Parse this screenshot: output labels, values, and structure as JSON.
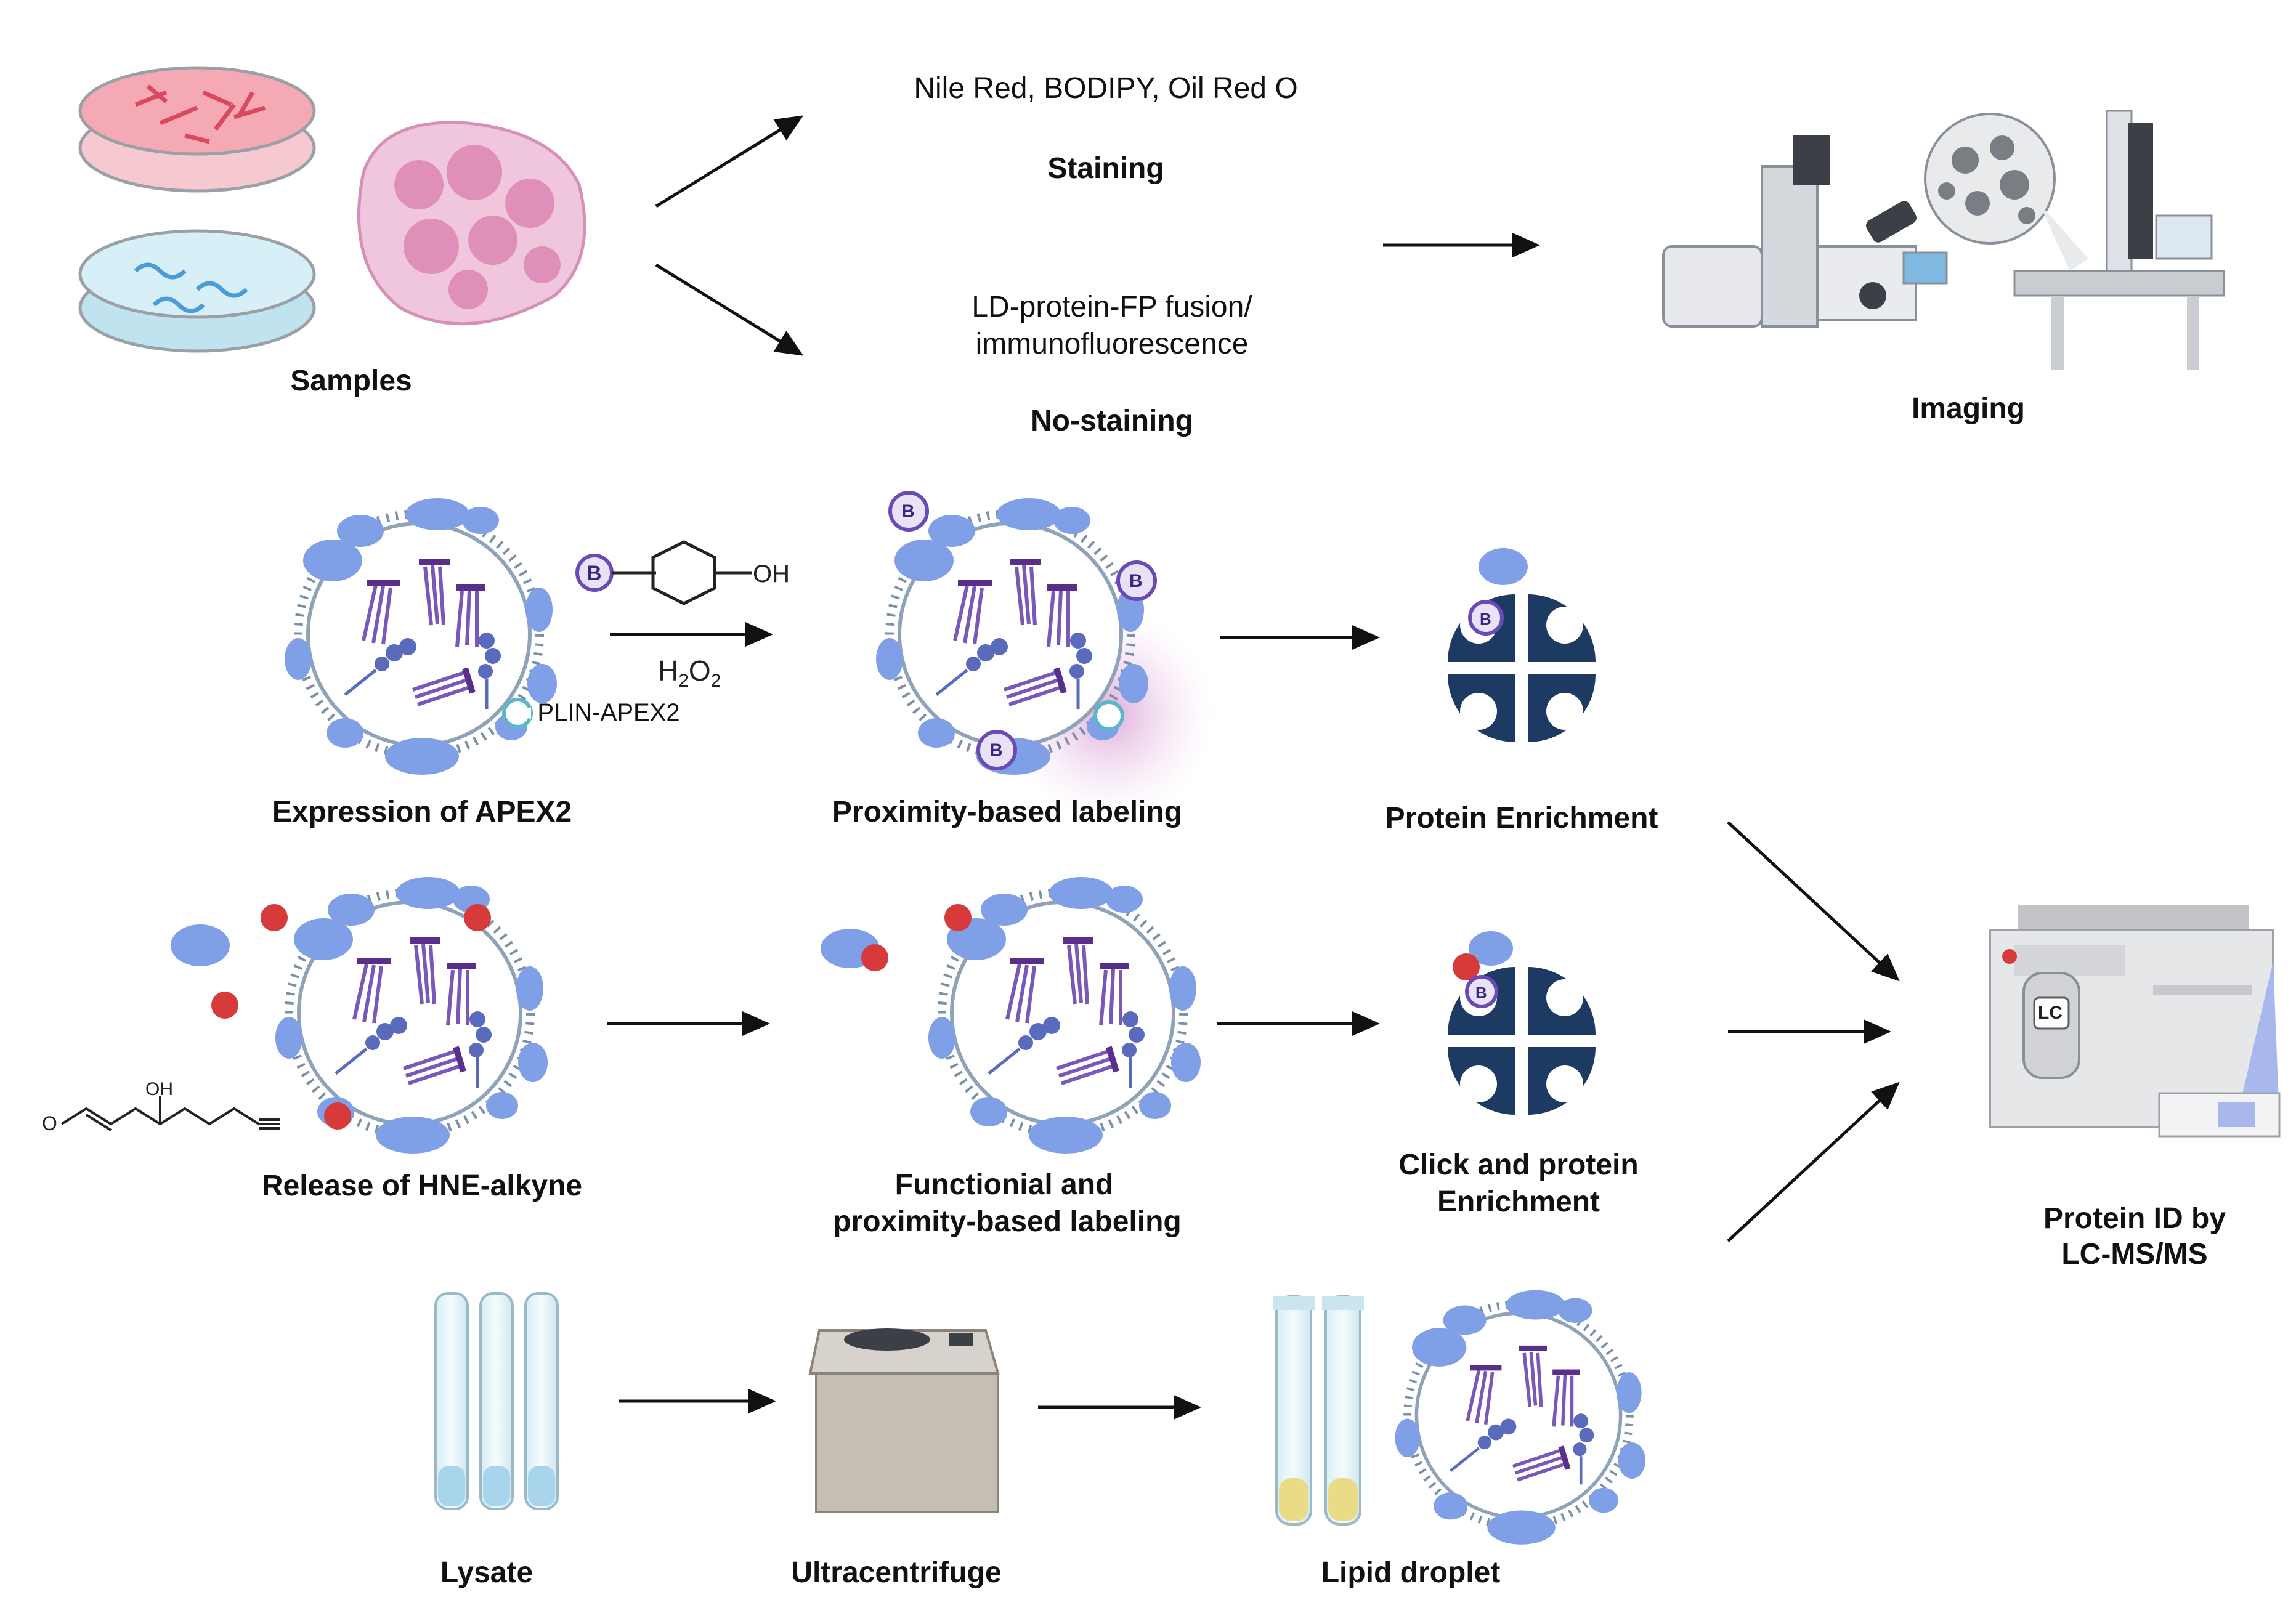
{
  "labels": {
    "samples": "Samples",
    "staining_reagents": "Nile Red, BODIPY, Oil Red O",
    "staining": "Staining",
    "nostain_line1": "LD-protein-FP fusion/",
    "nostain_line2": "immunofluorescence",
    "no_staining": "No-staining",
    "imaging": "Imaging",
    "expression_apex2": "Expression of APEX2",
    "plin_apex2": "PLIN-APEX2",
    "h2o2_h": "H",
    "h2o2_2a": "2",
    "h2o2_o": "O",
    "h2o2_2b": "2",
    "oh_group": "OH",
    "biotin_letter": "B",
    "proximity_labeling": "Proximity-based labeling",
    "protein_enrichment": "Protein Enrichment",
    "release_hne": "Release of HNE-alkyne",
    "hne_oh": "OH",
    "hne_o": "O",
    "functional_line1": "Functionial and",
    "functional_line2": "proximity-based labeling",
    "click_line1": "Click and protein",
    "click_line2": "Enrichment",
    "protein_id_line1": "Protein ID by",
    "protein_id_line2": "LC-MS/MS",
    "lc_badge": "LC",
    "lysate": "Lysate",
    "ultracentrifuge": "Ultracentrifuge",
    "lipid_droplet": "Lipid droplet"
  },
  "colors": {
    "protein_blue": "#7f9fe6",
    "membrane_dots": "#7c90a6",
    "biotin_purple": "#6a4bb5",
    "streptavidin_navy": "#1d3a63",
    "hne_red": "#d63a3a",
    "apex_teal": "#5ab8c8",
    "cell_dish_pink": "#f4a9b5",
    "blue_dish": "#bfe4ef"
  },
  "icons": [
    "petri-dish-cells-icon",
    "petri-dish-worms-icon",
    "tissue-section-icon",
    "microscope-icon",
    "electron-microscope-icon",
    "lipid-droplet-icon",
    "streptavidin-bead-icon",
    "mass-spectrometer-icon",
    "test-tube-icon",
    "ultracentrifuge-icon"
  ]
}
